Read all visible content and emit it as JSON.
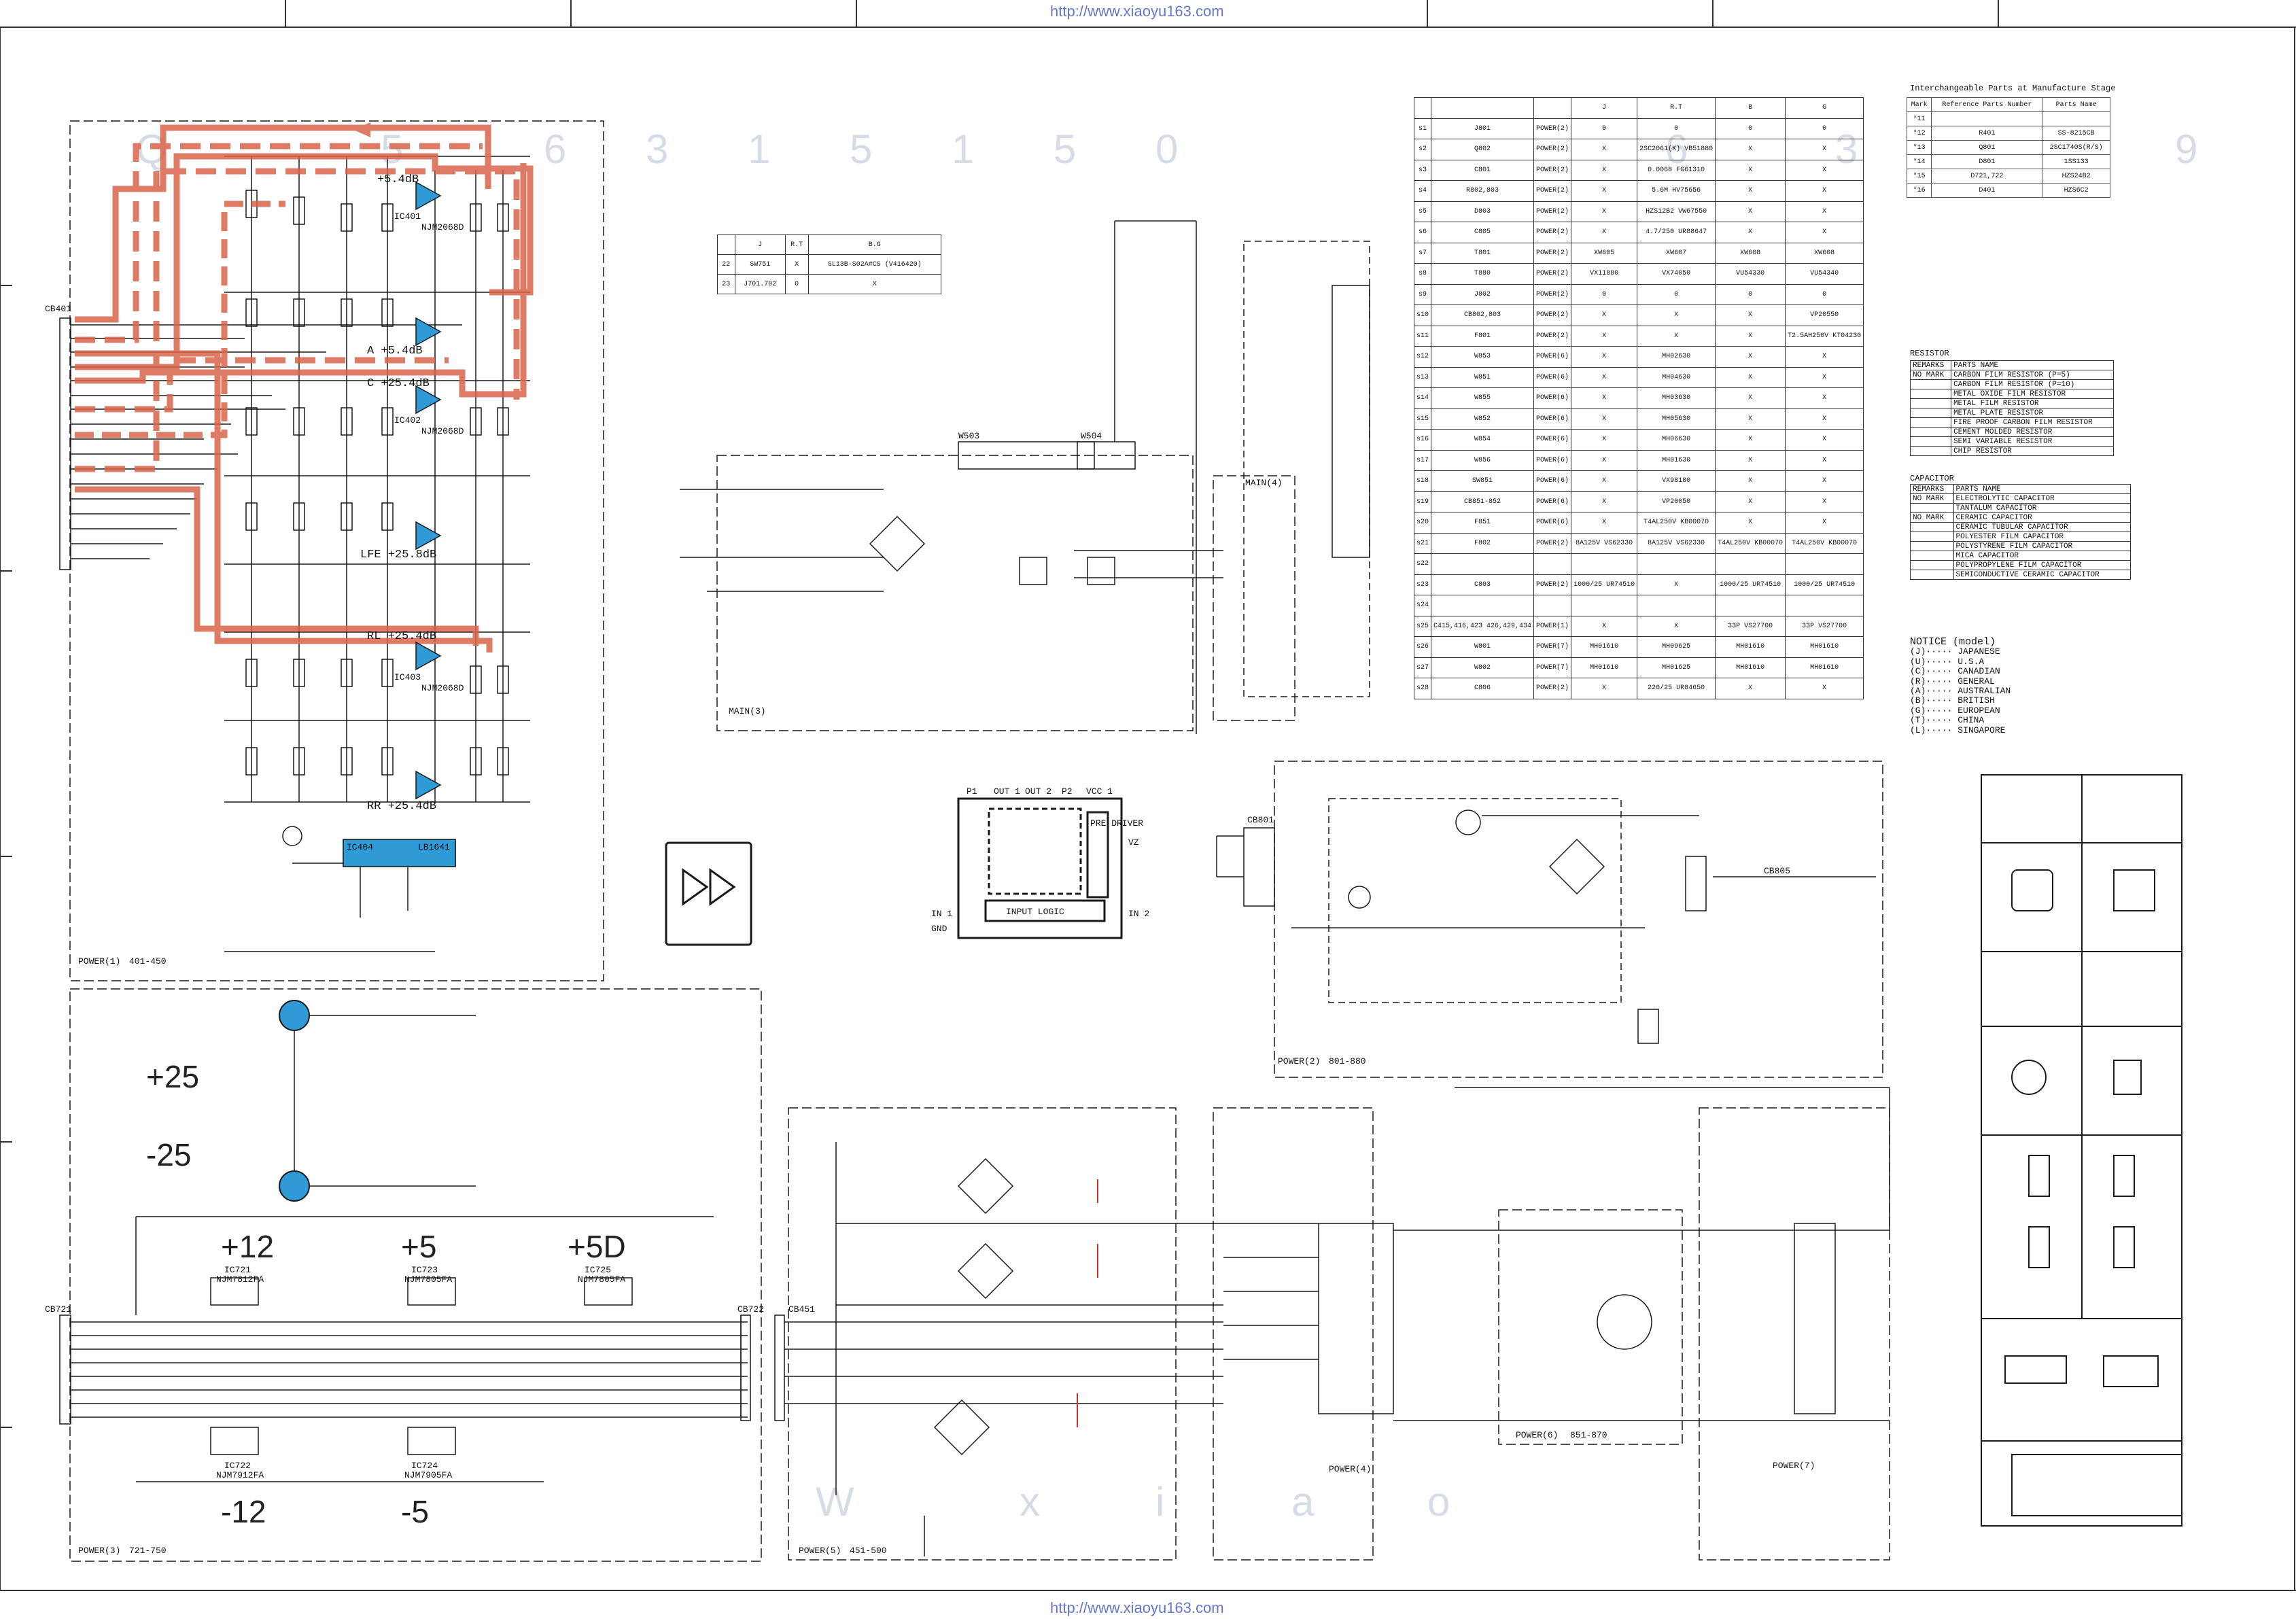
{
  "header": {
    "url_top": "http://www.xiaoyu163.com",
    "url_bottom": "http://www.xiaoyu163.com"
  },
  "power_blocks": [
    {
      "label": "POWER(1)",
      "range": "401-450"
    },
    {
      "label": "POWER(2)",
      "range": "801-880"
    },
    {
      "label": "POWER(3)",
      "range": "721-750"
    },
    {
      "label": "POWER(4)",
      "range": ""
    },
    {
      "label": "POWER(5)",
      "range": "451-500"
    },
    {
      "label": "POWER(6)",
      "range": "851-870"
    },
    {
      "label": "POWER(7)",
      "range": ""
    },
    {
      "label": "MAIN(3)",
      "range": ""
    },
    {
      "label": "MAIN(4)",
      "range": ""
    }
  ],
  "rails": [
    {
      "label": "+25"
    },
    {
      "label": "-25"
    },
    {
      "label": "+12"
    },
    {
      "label": "+5"
    },
    {
      "label": "+5D"
    },
    {
      "label": "-12"
    },
    {
      "label": "-5"
    }
  ],
  "channel_labels": [
    "+5.4dB",
    "A +5.4dB",
    "C +25.4dB",
    "LFE +25.8dB",
    "RL +25.4dB",
    "RR +25.4dB"
  ],
  "ics": [
    {
      "ref": "IC401",
      "part": "NJM2068D"
    },
    {
      "ref": "IC402",
      "part": "NJM2068D"
    },
    {
      "ref": "IC403",
      "part": "NJM2068D"
    },
    {
      "ref": "IC404",
      "part": "LB1641"
    },
    {
      "ref": "IC721",
      "part": "NJM7812FA"
    },
    {
      "ref": "IC722",
      "part": "NJM7912FA"
    },
    {
      "ref": "IC723",
      "part": "NJM7805FA"
    },
    {
      "ref": "IC724",
      "part": "NJM7905FA"
    },
    {
      "ref": "IC725",
      "part": "NJM7805FA"
    }
  ],
  "connectors": [
    "CB401",
    "CB721",
    "CB451",
    "CB801",
    "CB805",
    "W503",
    "W504",
    "CB722"
  ],
  "ic_pinout": {
    "pins_top": [
      "P1",
      "OUT 1",
      "OUT 2",
      "P2",
      "VCC 1"
    ],
    "pins_side": [
      "IN 1",
      "GND",
      "IN 2",
      "VZ"
    ],
    "blocks": [
      "INPUT LOGIC",
      "PRE DRIVER"
    ]
  },
  "sw_table": {
    "headers": [
      "",
      "J",
      "R.T",
      "B.G"
    ],
    "rows": [
      [
        "22",
        "SW751",
        "X",
        "SL13B-S02A#CS (V416420)"
      ],
      [
        "23",
        "J701.702",
        "0",
        "X"
      ]
    ]
  },
  "parts_table": {
    "headers": [
      "",
      "",
      "",
      "J",
      "R.T",
      "B",
      "G"
    ],
    "rows": [
      [
        "s1",
        "J801",
        "POWER(2)",
        "0",
        "0",
        "0",
        "0"
      ],
      [
        "s2",
        "Q802",
        "POWER(2)",
        "X",
        "2SC2061(K) VB51880",
        "X",
        "X"
      ],
      [
        "s3",
        "C801",
        "POWER(2)",
        "X",
        "0.0068 FG61310",
        "X",
        "X"
      ],
      [
        "s4",
        "R802,803",
        "POWER(2)",
        "X",
        "5.6M HV75656",
        "X",
        "X"
      ],
      [
        "s5",
        "D803",
        "POWER(2)",
        "X",
        "HZS12B2 VW67550",
        "X",
        "X"
      ],
      [
        "s6",
        "C805",
        "POWER(2)",
        "X",
        "4.7/250 UR88647",
        "X",
        "X"
      ],
      [
        "s7",
        "T801",
        "POWER(2)",
        "XW605",
        "XW607",
        "XW608",
        "XW608"
      ],
      [
        "s8",
        "T880",
        "POWER(2)",
        "VX11880",
        "VX74050",
        "VU54330",
        "VU54340"
      ],
      [
        "s9",
        "J802",
        "POWER(2)",
        "0",
        "0",
        "0",
        "0"
      ],
      [
        "s10",
        "CB802,803",
        "POWER(2)",
        "X",
        "X",
        "X",
        "VP20550"
      ],
      [
        "s11",
        "F801",
        "POWER(2)",
        "X",
        "X",
        "X",
        "T2.5AH250V KT04230"
      ],
      [
        "s12",
        "W853",
        "POWER(6)",
        "X",
        "MH02630",
        "X",
        "X"
      ],
      [
        "s13",
        "W851",
        "POWER(6)",
        "X",
        "MH04630",
        "X",
        "X"
      ],
      [
        "s14",
        "W855",
        "POWER(6)",
        "X",
        "MH03630",
        "X",
        "X"
      ],
      [
        "s15",
        "W852",
        "POWER(6)",
        "X",
        "MH05630",
        "X",
        "X"
      ],
      [
        "s16",
        "W854",
        "POWER(6)",
        "X",
        "MH06630",
        "X",
        "X"
      ],
      [
        "s17",
        "W856",
        "POWER(6)",
        "X",
        "MH01630",
        "X",
        "X"
      ],
      [
        "s18",
        "SW851",
        "POWER(6)",
        "X",
        "VX98180",
        "X",
        "X"
      ],
      [
        "s19",
        "CB851-852",
        "POWER(6)",
        "X",
        "VP20050",
        "X",
        "X"
      ],
      [
        "s20",
        "F851",
        "POWER(6)",
        "X",
        "T4AL250V KB00070",
        "X",
        "X"
      ],
      [
        "s21",
        "F802",
        "POWER(2)",
        "8A125V VS62330",
        "8A125V VS62330",
        "T4AL250V KB00070",
        "T4AL250V KB00070"
      ],
      [
        "s22",
        "",
        "",
        "",
        "",
        "",
        ""
      ],
      [
        "s23",
        "C803",
        "POWER(2)",
        "1000/25 UR74510",
        "X",
        "1000/25 UR74510",
        "1000/25 UR74510"
      ],
      [
        "s24",
        "",
        "",
        "",
        "",
        "",
        ""
      ],
      [
        "s25",
        "C415,416,423 426,429,434",
        "POWER(1)",
        "X",
        "X",
        "33P VS27700",
        "33P VS27700"
      ],
      [
        "s26",
        "W801",
        "POWER(7)",
        "MH01610",
        "MH09625",
        "MH01610",
        "MH01610"
      ],
      [
        "s27",
        "W802",
        "POWER(7)",
        "MH01610",
        "MH01625",
        "MH01610",
        "MH01610"
      ],
      [
        "s28",
        "C806",
        "POWER(2)",
        "X",
        "220/25 UR84650",
        "X",
        "X"
      ]
    ]
  },
  "interchangeable": {
    "title": "Interchangeable Parts at Manufacture Stage",
    "headers": [
      "Mark",
      "Reference Parts Number",
      "Parts Name"
    ],
    "rows": [
      [
        "*11",
        "",
        ""
      ],
      [
        "*12",
        "R401",
        "SS-8215CB"
      ],
      [
        "*13",
        "Q801",
        "2SC1740S(R/S)"
      ],
      [
        "*14",
        "D801",
        "1SS133"
      ],
      [
        "*15",
        "D721,722",
        "HZS24B2"
      ],
      [
        "*16",
        "D401",
        "HZS6C2"
      ]
    ]
  },
  "resistor_legend": {
    "title": "RESISTOR",
    "headers": [
      "REMARKS",
      "PARTS NAME"
    ],
    "rows": [
      [
        "NO MARK",
        "CARBON FILM RESISTOR (P=5)"
      ],
      [
        "",
        "CARBON FILM RESISTOR (P=10)"
      ],
      [
        "",
        "METAL OXIDE FILM RESISTOR"
      ],
      [
        "",
        "METAL FILM RESISTOR"
      ],
      [
        "",
        "METAL PLATE RESISTOR"
      ],
      [
        "",
        "FIRE PROOF CARBON FILM RESISTOR"
      ],
      [
        "",
        "CEMENT MOLDED RESISTOR"
      ],
      [
        "",
        "SEMI VARIABLE RESISTOR"
      ],
      [
        "",
        "CHIP RESISTOR"
      ]
    ]
  },
  "capacitor_legend": {
    "title": "CAPACITOR",
    "headers": [
      "REMARKS",
      "PARTS NAME"
    ],
    "rows": [
      [
        "NO MARK",
        "ELECTROLYTIC CAPACITOR"
      ],
      [
        "",
        "TANTALUM CAPACITOR"
      ],
      [
        "NO MARK",
        "CERAMIC CAPACITOR"
      ],
      [
        "",
        "CERAMIC TUBULAR CAPACITOR"
      ],
      [
        "",
        "POLYESTER FILM CAPACITOR"
      ],
      [
        "",
        "POLYSTYRENE FILM CAPACITOR"
      ],
      [
        "",
        "MICA CAPACITOR"
      ],
      [
        "",
        "POLYPROPYLENE FILM CAPACITOR"
      ],
      [
        "",
        "SEMICONDUCTIVE CERAMIC CAPACITOR"
      ]
    ]
  },
  "notice": {
    "title": "NOTICE (model)",
    "items": [
      "(J)····· JAPANESE",
      "(U)····· U.S.A",
      "(C)····· CANADIAN",
      "(R)····· GENERAL",
      "(A)····· AUSTRALIAN",
      "(B)····· BRITISH",
      "(G)····· EUROPEAN",
      "(T)····· CHINA",
      "(L)····· SINGAPORE"
    ]
  },
  "colors": {
    "signal_path": "#d9654a",
    "ic_highlight": "#2e9bd6",
    "line": "#1a1a1a",
    "watermark": "#d6dbe6"
  }
}
